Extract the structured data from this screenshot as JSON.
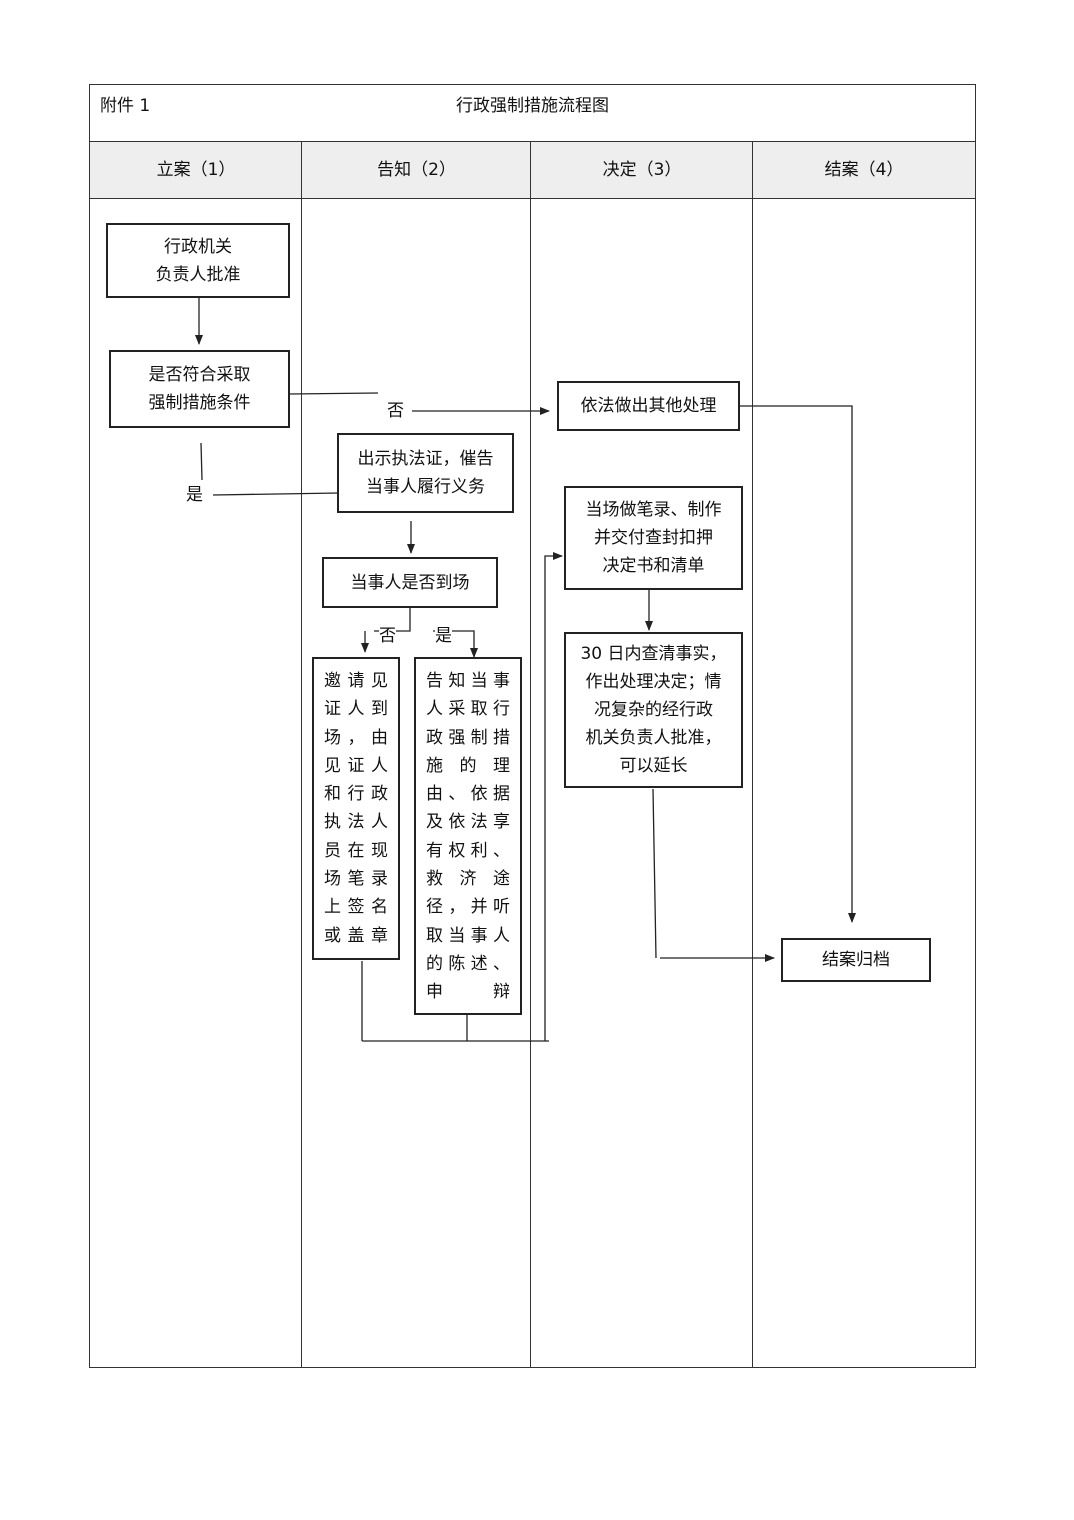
{
  "header": {
    "attachment": "附件 1",
    "title": "行政强制措施流程图"
  },
  "lanes": [
    "立案（1）",
    "告知（2）",
    "决定（3）",
    "结案（4）"
  ],
  "nodes": {
    "approve": "行政机关\n负责人批准",
    "condition": "是否符合采取\n强制措施条件",
    "other": "依法做出其他处理",
    "show_cert": "出示执法证，催告\n当事人履行义务",
    "present": "当事人是否到场",
    "witness": "邀请见证人到场，由见证人和行政执法人员在现场笔录上签名或盖章",
    "inform": "告知当事人采取行政强制措施的理由、依据及依法享有权利、救济途径，并听取当事人的陈述、申辩",
    "record": "当场做笔录、制作\n并交付查封扣押\n决定书和清单",
    "investigate": "30 日内查清事实，\n作出处理决定；情\n况复杂的经行政\n机关负责人批准，\n可以延长",
    "archive": "结案归档"
  },
  "labels": {
    "no_1": "否",
    "yes_1": "是",
    "no_2": "否",
    "yes_2": "是"
  }
}
